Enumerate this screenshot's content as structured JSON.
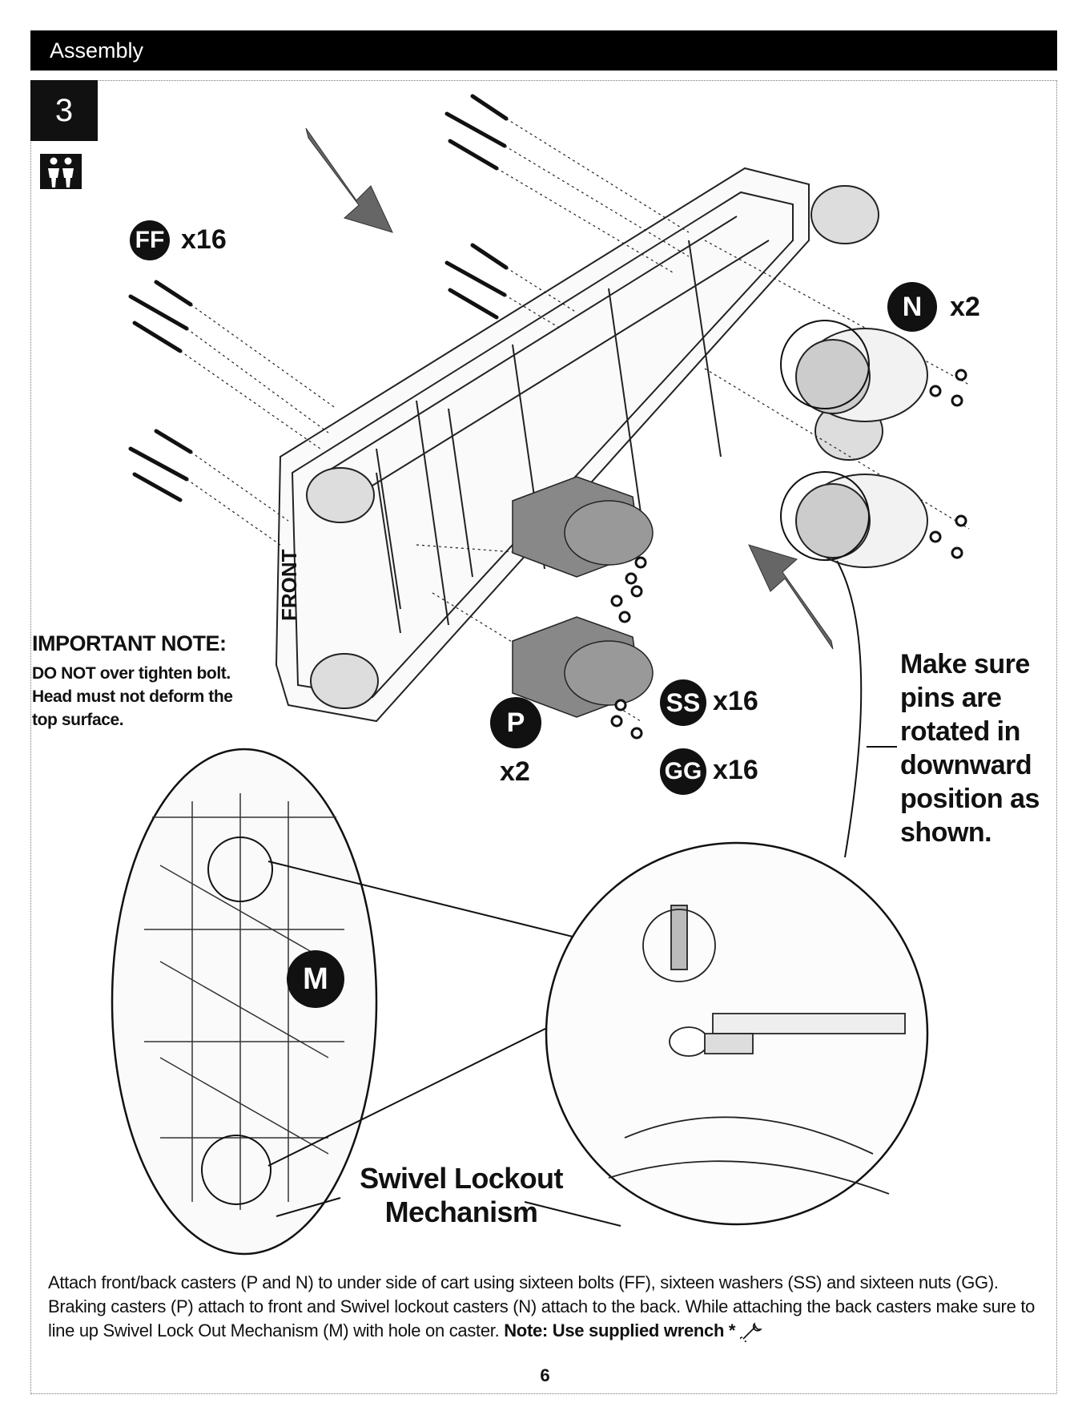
{
  "header": {
    "title": "Assembly"
  },
  "step": {
    "number": "3"
  },
  "parts": {
    "ff": {
      "label": "FF",
      "qty": "x16"
    },
    "n": {
      "label": "N",
      "qty": "x2"
    },
    "ss": {
      "label": "SS",
      "qty": "x16"
    },
    "gg": {
      "label": "GG",
      "qty": "x16"
    },
    "p": {
      "label": "P",
      "qty": "x2"
    },
    "m": {
      "label": "M"
    }
  },
  "illustration": {
    "front_label": "FRONT"
  },
  "important_note": {
    "title": "IMPORTANT NOTE:",
    "line1": "DO NOT over tighten bolt.",
    "line2": "Head must not deform the",
    "line3": "top surface."
  },
  "callout": {
    "line1": "Make sure",
    "line2": "pins are",
    "line3": "rotated in",
    "line4": "downward",
    "line5": "position as",
    "line6": "shown."
  },
  "swivel": {
    "line1": "Swivel Lockout",
    "line2": "Mechanism"
  },
  "instructions": {
    "text": "Attach front/back casters (P and N) to under side of cart using sixteen bolts (FF), sixteen washers (SS) and sixteen nuts (GG). Braking casters (P) attach to front and Swivel lockout casters (N) attach to the back. While attaching the back casters make sure to line up Swivel Lock Out Mechanism (M) with hole on caster. ",
    "note": "Note: Use supplied wrench",
    "asterisk": "*"
  },
  "page": {
    "number": "6"
  }
}
